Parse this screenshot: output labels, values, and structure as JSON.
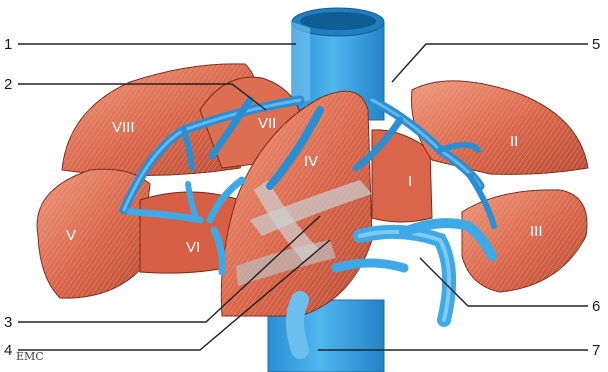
{
  "figure": {
    "callouts": [
      "1",
      "2",
      "3",
      "4",
      "5",
      "6",
      "7"
    ],
    "segments": [
      "I",
      "II",
      "III",
      "IV",
      "V",
      "VI",
      "VII",
      "VIII"
    ],
    "logo": "EMC"
  },
  "colors": {
    "liver_main": "#d9664a",
    "liver_light": "#ea8f72",
    "liver_dark": "#b44a34",
    "liver_outline": "#7a2a1c",
    "vein": "#3ea9e6",
    "vein_dark": "#1f7fc0",
    "vein_light": "#8fd2f6",
    "ligament": "#c9c9c9"
  }
}
